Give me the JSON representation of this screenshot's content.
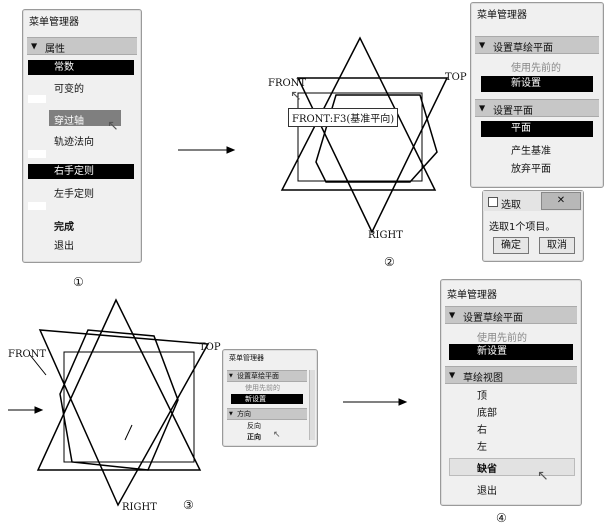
{
  "panel1": {
    "title": "菜单管理器",
    "section": "属性",
    "items": [
      "常数",
      "可变的",
      "穿过轴",
      "轨迹法向",
      "右手定则",
      "左手定则",
      "完成",
      "退出"
    ],
    "step": "①"
  },
  "panel2": {
    "title": "菜单管理器",
    "section1": "设置草绘平面",
    "use_prev": "使用先前的",
    "new_set": "新设置",
    "section2": "设置平面",
    "plane": "平面",
    "create_datum": "产生基准",
    "abandon": "放弃平面"
  },
  "select_dialog": {
    "title": "选取",
    "close": "✕",
    "message": "选取1个项目。",
    "ok": "确定",
    "cancel": "取消"
  },
  "view2": {
    "front": "FRONT",
    "top": "TOP",
    "right": "RIGHT",
    "tooltip": "FRONT:F3(基准平向)",
    "step": "②"
  },
  "view3": {
    "front": "FRONT",
    "top": "TOP",
    "right": "RIGHT",
    "step": "③"
  },
  "panel3": {
    "title": "菜单管理器",
    "section1": "设置草绘平面",
    "use_prev": "使用先前的",
    "new_set": "新设置",
    "section2": "方向",
    "reverse": "反向",
    "forward": "正向"
  },
  "panel4": {
    "title": "菜单管理器",
    "section1": "设置草绘平面",
    "use_prev": "使用先前的",
    "new_set": "新设置",
    "section2": "草绘视图",
    "items": [
      "顶",
      "底部",
      "右",
      "左"
    ],
    "default": "缺省",
    "exit": "退出",
    "step": "④"
  },
  "icons": [
    "arrow-right-icon",
    "cursor-icon",
    "collapse-triangle-icon",
    "close-icon"
  ]
}
